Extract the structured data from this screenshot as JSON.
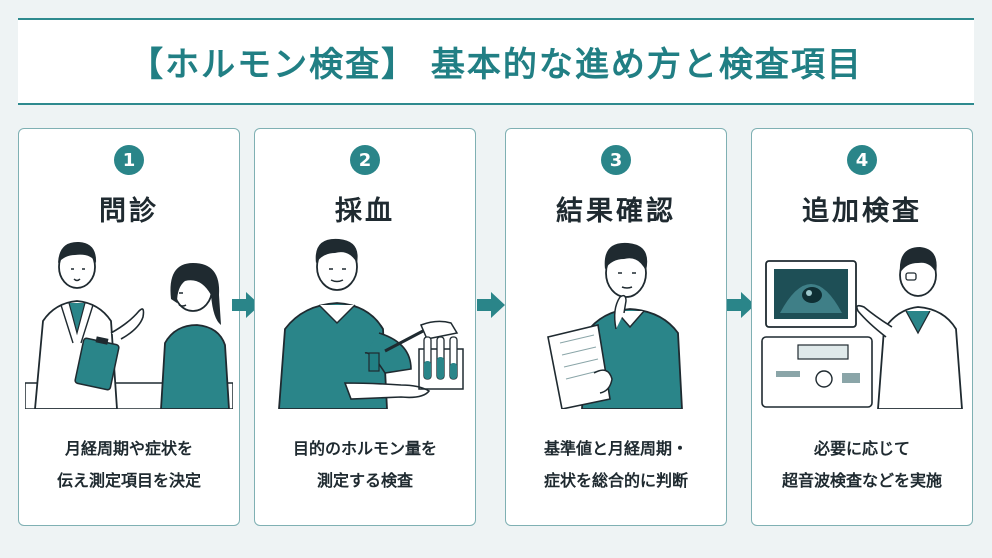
{
  "title": "【ホルモン検査】 基本的な進め方と検査項目",
  "steps": [
    {
      "number": "1",
      "title": "問診",
      "desc": [
        "月経周期や症状を",
        "伝え測定項目を決定"
      ]
    },
    {
      "number": "2",
      "title": "採血",
      "desc": [
        "目的のホルモン量を",
        "測定する検査"
      ]
    },
    {
      "number": "3",
      "title": "結果確認",
      "desc": [
        "基準値と月経周期・",
        "症状を総合的に判断"
      ]
    },
    {
      "number": "4",
      "title": "追加検査",
      "desc": [
        "必要に応じて",
        "超音波検査などを実施"
      ]
    }
  ],
  "colors": {
    "accent": "#2a8589",
    "border": "#7fb0b3",
    "background": "#eef3f4"
  }
}
